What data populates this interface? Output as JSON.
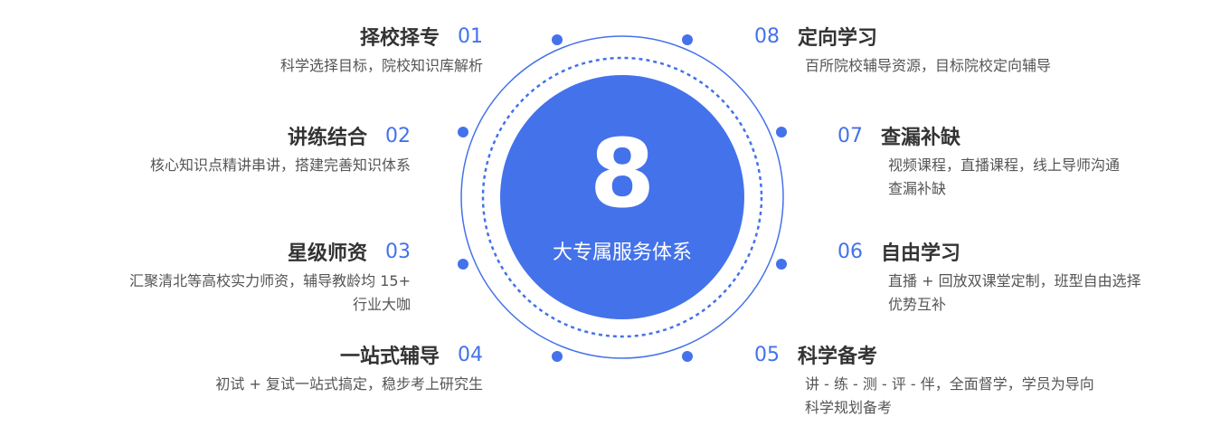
{
  "center": {
    "digit": "8",
    "label": "大专属服务体系"
  },
  "colors": {
    "accent": "#4472ea",
    "title": "#333333",
    "text": "#555555"
  },
  "left_items": [
    {
      "num": "01",
      "title": "择校择专",
      "desc": [
        "科学选择目标，院校知识库解析"
      ]
    },
    {
      "num": "02",
      "title": "讲练结合",
      "desc": [
        "核心知识点精讲串讲，搭建完善知识体系"
      ]
    },
    {
      "num": "03",
      "title": "星级师资",
      "desc": [
        "汇聚清北等高校实力师资，辅导教龄均 15+",
        "行业大咖"
      ]
    },
    {
      "num": "04",
      "title": "一站式辅导",
      "desc": [
        "初试 + 复试一站式搞定，稳步考上研究生"
      ]
    }
  ],
  "right_items": [
    {
      "num": "08",
      "title": "定向学习",
      "desc": [
        "百所院校辅导资源，目标院校定向辅导"
      ]
    },
    {
      "num": "07",
      "title": "查漏补缺",
      "desc": [
        "视频课程，直播课程，线上导师沟通",
        "查漏补缺"
      ]
    },
    {
      "num": "06",
      "title": "自由学习",
      "desc": [
        "直播 + 回放双课堂定制，班型自由选择",
        "优势互补"
      ]
    },
    {
      "num": "05",
      "title": "科学备考",
      "desc": [
        "讲 - 练 - 测 - 评 - 伴，全面督学，学员为导向",
        "科学规划备考"
      ]
    }
  ]
}
